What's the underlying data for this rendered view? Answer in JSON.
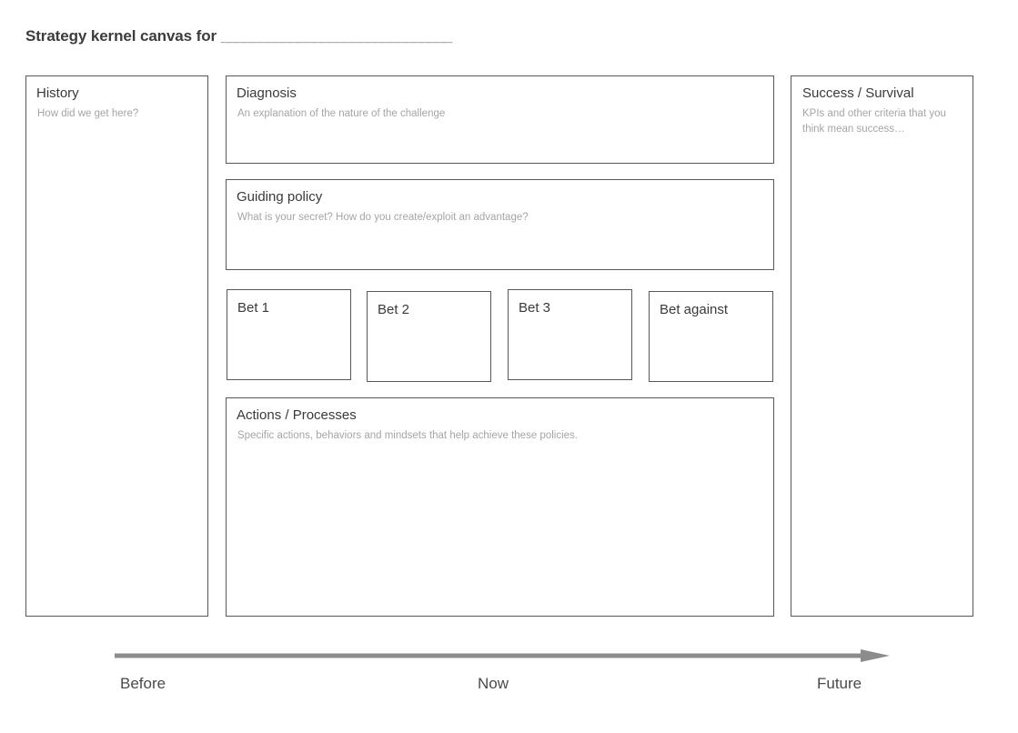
{
  "header": {
    "title_prefix": "Strategy kernel canvas for",
    "blank_line": "______________________________"
  },
  "panels": {
    "history": {
      "title": "History",
      "subtitle": "How did we get here?"
    },
    "diagnosis": {
      "title": "Diagnosis",
      "subtitle": "An explanation of the nature of the challenge"
    },
    "guiding_policy": {
      "title": "Guiding policy",
      "subtitle": "What is your secret? How do you create/exploit an advantage?"
    },
    "actions": {
      "title": "Actions / Processes",
      "subtitle": "Specific actions, behaviors and mindsets that help achieve these policies."
    },
    "success": {
      "title": "Success / Survival",
      "subtitle": "KPIs and other criteria that you think mean success…"
    }
  },
  "bets": [
    {
      "label": "Bet 1"
    },
    {
      "label": "Bet 2"
    },
    {
      "label": "Bet 3"
    },
    {
      "label": "Bet against"
    }
  ],
  "timeline": {
    "labels": [
      "Before",
      "Now",
      "Future"
    ],
    "arrow_color": "#8c8c8c"
  },
  "colors": {
    "border": "#585858",
    "title_text": "#3a3a3a",
    "subtitle_text": "#a5a5a5",
    "heading_text": "#3c3c3c",
    "timeline_text": "#4a4a4a",
    "background": "#ffffff"
  }
}
